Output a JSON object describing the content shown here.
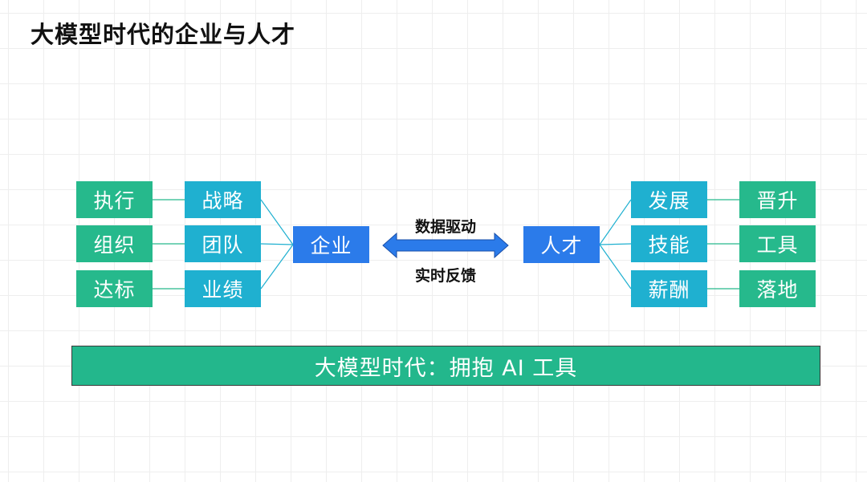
{
  "title": "大模型时代的企业与人才",
  "enterprise": {
    "center": "企业",
    "outer": [
      "执行",
      "组织",
      "达标"
    ],
    "inner": [
      "战略",
      "团队",
      "业绩"
    ]
  },
  "talent": {
    "center": "人才",
    "inner": [
      "发展",
      "技能",
      "薪酬"
    ],
    "outer": [
      "晋升",
      "工具",
      "落地"
    ]
  },
  "arrow": {
    "top_label": "数据驱动",
    "bottom_label": "实时反馈"
  },
  "banner": "大模型时代：拥抱 AI 工具",
  "colors": {
    "green": "#26b98c",
    "teal": "#1fb0d0",
    "blue": "#2b7bea",
    "banner": "#23b78c"
  }
}
